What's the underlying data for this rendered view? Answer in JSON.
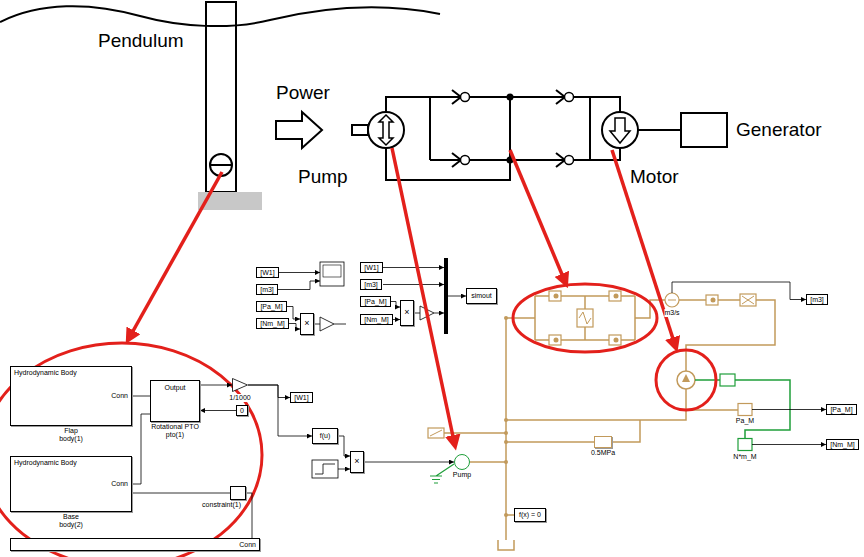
{
  "diagram": {
    "nodes": [
      {
        "text": [
          "Generator"
        ]
      },
      {
        "text": [
          "[W1]"
        ]
      },
      {
        "text": [
          "[m3]"
        ]
      },
      {
        "text": [
          "[Pa_M]"
        ]
      },
      {
        "text": [
          "[Nm_M]"
        ]
      },
      {
        "text": [
          "×"
        ]
      },
      {
        "text": [
          "[W1]"
        ]
      },
      {
        "text": [
          "[m3]"
        ]
      },
      {
        "text": [
          "[Pa_M]"
        ]
      },
      {
        "text": [
          "[Nm_M]"
        ]
      },
      {
        "text": [
          "×"
        ]
      },
      {
        "text": [
          "simout"
        ]
      },
      {
        "text": [
          "Hydrodynamic Body",
          "Conn",
          "Flap body(1)"
        ]
      },
      {
        "text": [
          "Output",
          "Rotational PTO pto(1)"
        ]
      },
      {
        "text": [
          "1/1000"
        ]
      },
      {
        "text": [
          "0"
        ]
      },
      {
        "text": [
          "[W1]"
        ]
      },
      {
        "text": [
          "f(u)"
        ]
      },
      {
        "text": [
          "×"
        ]
      },
      {
        "text": [
          "Pump"
        ]
      },
      {
        "text": [
          "Hydrodynamic Body",
          "Conn",
          "Base body(2)"
        ]
      },
      {
        "text": [
          "constraint(1)"
        ]
      },
      {
        "text": [
          "Conn"
        ]
      },
      {
        "text": [
          "0.5MPa"
        ]
      },
      {
        "text": [
          "f(x) = 0"
        ]
      },
      {
        "text": [
          "[m3]"
        ]
      },
      {
        "text": [
          "[Pa_M]"
        ]
      },
      {
        "text": [
          "[Nm_M]"
        ]
      }
    ],
    "edges": [
      {
        "from": 3,
        "to": 5,
        "arrow": "to"
      },
      {
        "from": 4,
        "to": 5,
        "arrow": "to"
      },
      {
        "from": 8,
        "to": 10,
        "arrow": "to"
      },
      {
        "from": 9,
        "to": 10,
        "arrow": "to"
      },
      {
        "from": 12,
        "to": 13,
        "arrow": "none"
      },
      {
        "from": 20,
        "to": 13,
        "arrow": "none"
      },
      {
        "from": 13,
        "to": 14,
        "arrow": "to"
      },
      {
        "from": 15,
        "to": 13,
        "arrow": "to"
      },
      {
        "from": 14,
        "to": 17,
        "arrow": "to"
      },
      {
        "from": 14,
        "to": 16,
        "arrow": "to"
      },
      {
        "from": 17,
        "to": 18,
        "arrow": "to"
      },
      {
        "from": 18,
        "to": 19,
        "arrow": "to"
      },
      {
        "from": 20,
        "to": 21,
        "arrow": "none"
      },
      {
        "from": 21,
        "to": 22,
        "arrow": "none"
      }
    ],
    "labels": [
      "Pendulum",
      "Power",
      "Pump",
      "Motor",
      "m3/s",
      "Pa_M",
      "N*m_M"
    ]
  }
}
